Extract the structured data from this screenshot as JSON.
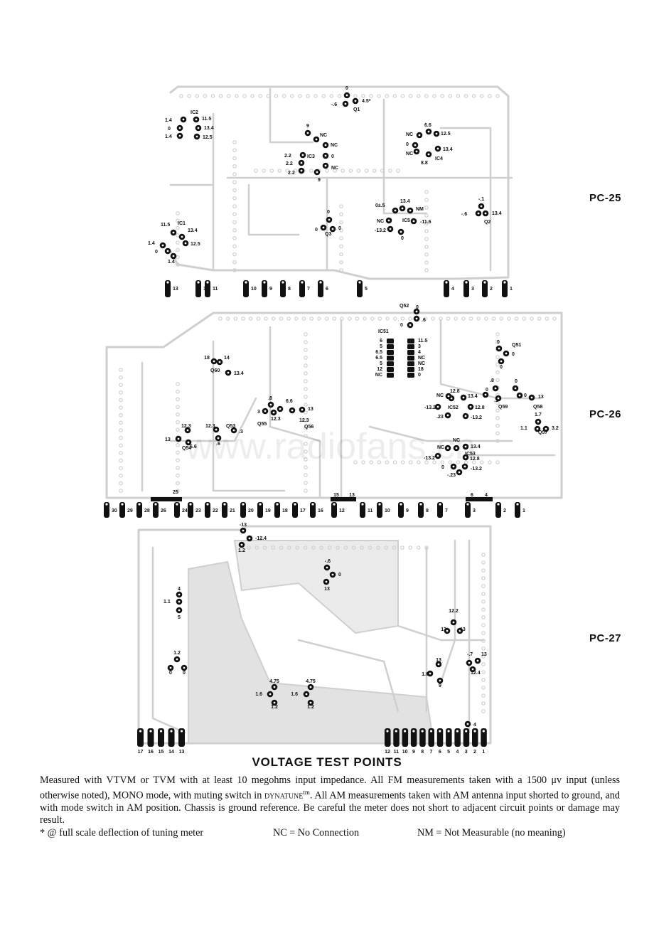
{
  "boards": [
    {
      "label": "PC-25",
      "connectors": [
        "13",
        "12",
        "11",
        "10",
        "9",
        "8",
        "7",
        "6",
        "5",
        "4",
        "3",
        "2",
        "1"
      ],
      "test_points": [
        {
          "id": "IC2",
          "readings": [
            "1.4",
            "0",
            "1.4",
            "11.5",
            "13.4",
            "12.5"
          ]
        },
        {
          "id": "IC3",
          "readings": [
            "9",
            "NC",
            "NC",
            "2.2",
            "2.2",
            "2.2",
            "0",
            "NC",
            "9"
          ]
        },
        {
          "id": "Q1",
          "readings": [
            "0",
            "4.5*",
            "-.6"
          ]
        },
        {
          "id": "IC4",
          "readings": [
            "6.6",
            "NC",
            "12.5",
            "0",
            "NC",
            "13.4",
            "8.8"
          ]
        },
        {
          "id": "IC1",
          "readings": [
            "11.5",
            "13.4",
            "12.5",
            "1.4",
            "0",
            "1.4"
          ]
        },
        {
          "id": "Q3",
          "readings": [
            "0",
            "0",
            "0"
          ]
        },
        {
          "id": "IC5",
          "readings": [
            "0±.5",
            "13.4",
            "NM",
            "NC",
            "-11.6",
            "-13.2",
            "0"
          ]
        },
        {
          "id": "Q2",
          "readings": [
            "-.1",
            "-.6",
            "13.4"
          ]
        }
      ]
    },
    {
      "label": "PC-26",
      "connectors": [
        "30",
        "29",
        "28",
        "26",
        "24",
        "23",
        "22",
        "21",
        "20",
        "19",
        "18",
        "17",
        "16",
        "12",
        "11",
        "10",
        "9",
        "8",
        "7",
        "3",
        "2",
        "1"
      ],
      "connector_callouts": [
        "25",
        "15",
        "13",
        "6",
        "4"
      ],
      "test_points": [
        {
          "id": "Q52",
          "readings": [
            "0",
            "0",
            ".6"
          ]
        },
        {
          "id": "IC51",
          "readings": [
            "6",
            "5",
            "6.5",
            "6.5",
            "5",
            "12",
            "NC",
            "11.5",
            "3",
            "4",
            "NC",
            "NC",
            "18",
            "0"
          ]
        },
        {
          "id": "Q60",
          "readings": [
            "18",
            "14",
            "13.4"
          ]
        },
        {
          "id": "Q51",
          "readings": [
            "0",
            "0",
            "0"
          ]
        },
        {
          "id": "Q55",
          "readings": [
            ".8",
            "3",
            "12.3"
          ]
        },
        {
          "id": "Q56",
          "readings": [
            "6.6",
            "13",
            "12.3"
          ]
        },
        {
          "id": "IC52",
          "readings": [
            "12.8",
            "NC",
            "13.4",
            "-13.2",
            "12.8",
            ".23",
            "-13.2"
          ]
        },
        {
          "id": "Q59",
          "readings": [
            ".8",
            "0",
            ".1"
          ]
        },
        {
          "id": "Q58",
          "readings": [
            "0",
            "0",
            "13"
          ]
        },
        {
          "id": "Q57",
          "readings": [
            "1.7",
            "1.1",
            "3.2"
          ]
        },
        {
          "id": "Q54",
          "readings": [
            "12.3",
            "13",
            "6.6"
          ]
        },
        {
          "id": "Q53",
          "readings": [
            "12.3",
            ".3",
            ".6"
          ]
        },
        {
          "id": "IC53",
          "readings": [
            "NC",
            "NC",
            "13.4",
            "-13.2",
            "12.8",
            "0",
            "-.23",
            "-13.2"
          ]
        }
      ]
    },
    {
      "label": "PC-27",
      "connectors_left": [
        "17",
        "16",
        "15",
        "14",
        "13"
      ],
      "connectors_right": [
        "12",
        "11",
        "10",
        "9",
        "8",
        "7",
        "6",
        "5",
        "4",
        "3",
        "2",
        "1"
      ],
      "test_points": [
        {
          "id": "tp-a",
          "readings": [
            "-13",
            "-12.4",
            "1.2"
          ]
        },
        {
          "id": "tp-b",
          "readings": [
            "-.6",
            "0",
            "13"
          ]
        },
        {
          "id": "tp-c",
          "readings": [
            "4",
            "1.1",
            "5"
          ]
        },
        {
          "id": "tp-d",
          "readings": [
            "12.2",
            "13",
            "13"
          ]
        },
        {
          "id": "tp-e",
          "readings": [
            "1.2",
            "0",
            "0"
          ]
        },
        {
          "id": "tp-f",
          "readings": [
            "13",
            "1.6",
            "9"
          ]
        },
        {
          "id": "tp-g",
          "readings": [
            "-.7",
            "13",
            "12.4"
          ]
        },
        {
          "id": "tp-h",
          "readings": [
            "4.75",
            "1.6",
            "1.2"
          ]
        },
        {
          "id": "tp-i",
          "readings": [
            "4.75",
            "1.6",
            "1.2"
          ]
        }
      ]
    }
  ],
  "caption": "VOLTAGE TEST POINTS",
  "notes": {
    "p1": "Measured with VTVM or TVM with at least 10 megohms input impedance. All FM measurements taken with a 1500 μv input (unless otherwise noted), MONO mode, with muting switch in ",
    "dynatune": "dynatune",
    "tm": "tm",
    "p2": ". All AM measurements taken with AM antenna input shorted to ground, and with mode switch in AM position. Chassis is ground reference. Be careful the meter does not short to adjacent circuit points or damage may result."
  },
  "footnotes": {
    "star": "* @ full scale deflection of tuning meter",
    "nc": "NC = No Connection",
    "nm": "NM = Not Measurable (no meaning)"
  },
  "watermark": "www.radiofans.cn",
  "colors": {
    "trace": "#cfcfcf",
    "ink": "#111111",
    "pad": "#111111"
  }
}
